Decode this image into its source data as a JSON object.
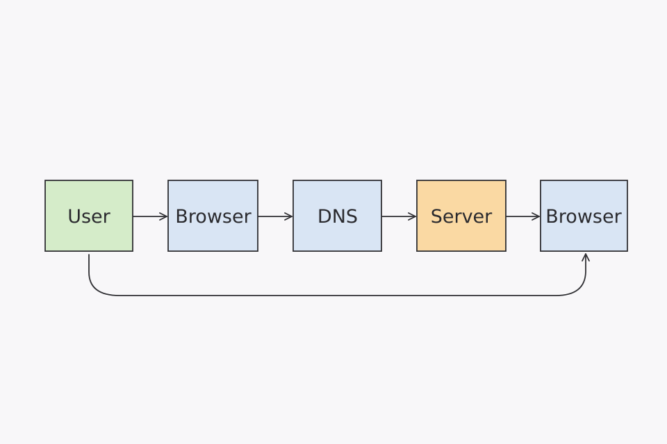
{
  "diagram": {
    "nodes": [
      {
        "id": "user",
        "label": "User",
        "color": "#d5ecc9"
      },
      {
        "id": "browser-1",
        "label": "Browser",
        "color": "#d9e5f4"
      },
      {
        "id": "dns",
        "label": "DNS",
        "color": "#d9e5f4"
      },
      {
        "id": "server",
        "label": "Server",
        "color": "#fad9a3"
      },
      {
        "id": "browser-2",
        "label": "Browser",
        "color": "#d9e5f4"
      }
    ],
    "edges": [
      {
        "from": "user",
        "to": "browser-1"
      },
      {
        "from": "browser-1",
        "to": "dns"
      },
      {
        "from": "dns",
        "to": "server"
      },
      {
        "from": "server",
        "to": "browser-2"
      },
      {
        "from": "user",
        "to": "browser-2",
        "style": "curved-below"
      }
    ]
  }
}
